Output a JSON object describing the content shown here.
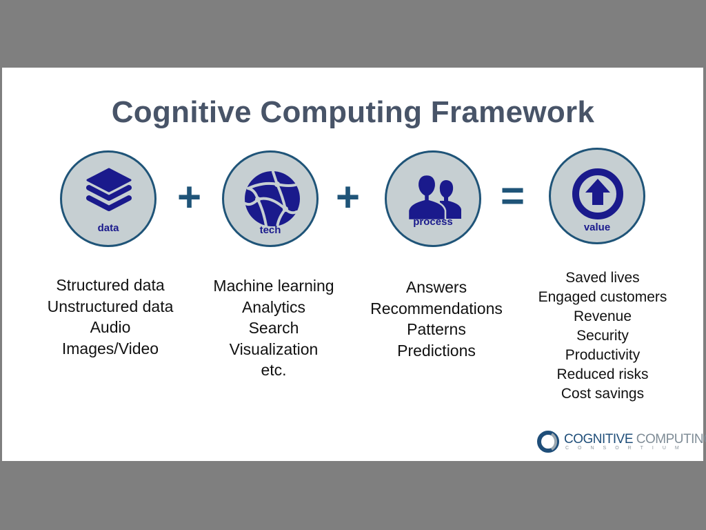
{
  "slide": {
    "title": "Cognitive Computing Framework",
    "stages": [
      {
        "label": "data",
        "icon": "layers-icon",
        "items": [
          "Structured data",
          "Unstructured data",
          "Audio",
          "Images/Video"
        ]
      },
      {
        "label": "tech",
        "icon": "globe-network-icon",
        "items": [
          "Machine learning",
          "Analytics",
          "Search",
          "Visualization",
          "etc."
        ]
      },
      {
        "label": "process",
        "icon": "people-icon",
        "items": [
          "Answers",
          "Recommendations",
          "Patterns",
          "Predictions"
        ]
      },
      {
        "label": "value",
        "icon": "up-arrow-circle-icon",
        "items": [
          "Saved lives",
          "Engaged customers",
          "Revenue",
          "Security",
          "Productivity",
          "Reduced risks",
          "Cost savings"
        ]
      }
    ],
    "operators": [
      "+",
      "+",
      "="
    ],
    "logo": {
      "word1": "COGNITIVE",
      "word2": "COMPUTING",
      "subtitle": "CONSORTIUM"
    },
    "colors": {
      "title": "#485468",
      "circle_fill": "#c6cfd2",
      "circle_border": "#1f5478",
      "icon": "#1a1a8c",
      "operator": "#1f5478"
    }
  }
}
